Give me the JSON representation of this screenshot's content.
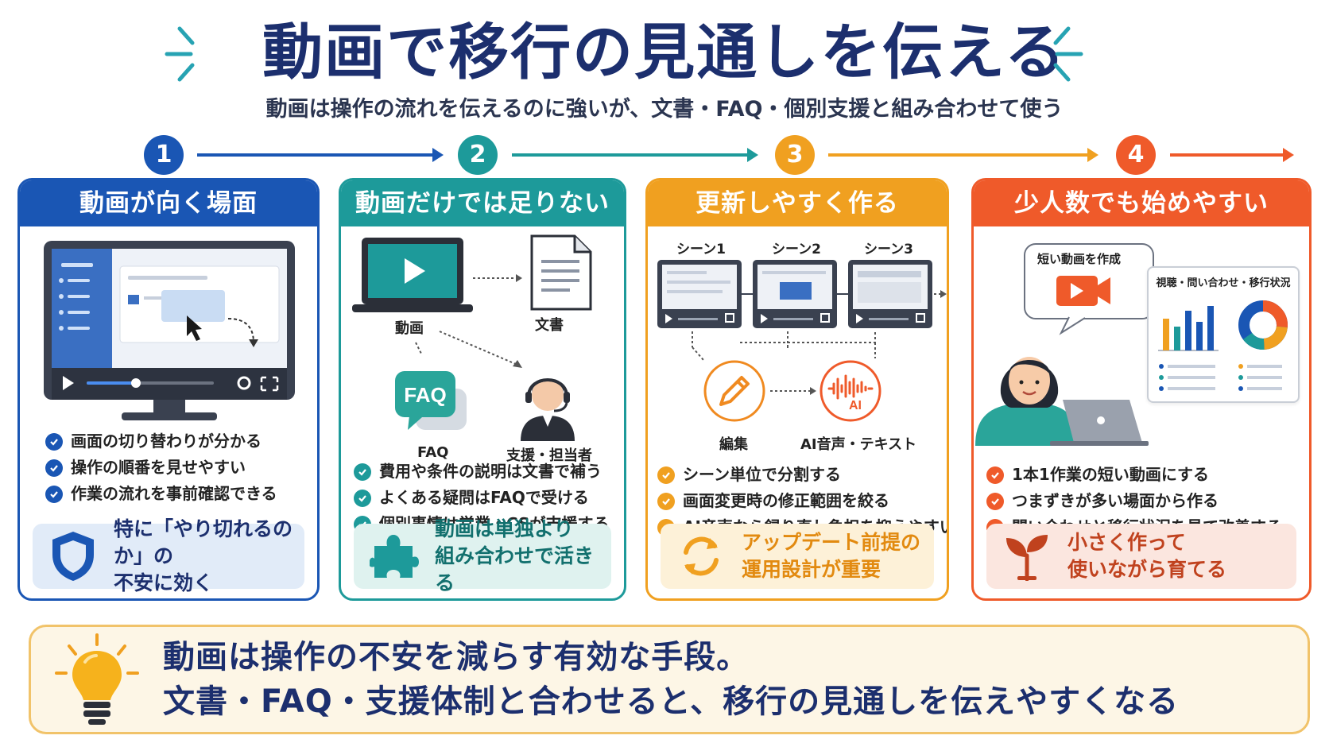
{
  "header": {
    "title": "動画で移行の見通しを伝える",
    "subtitle": "動画は操作の流れを伝えるのに強いが、文書・FAQ・個別支援と組み合わせて使う"
  },
  "colors": {
    "blue": "#1a56b4",
    "teal": "#1d9a9a",
    "orange": "#f0a020",
    "red": "#ef5a2a",
    "navy": "#1c2f6e"
  },
  "steps": [
    {
      "num": "1",
      "title": "動画が向く場面",
      "bullets": [
        "画面の切り替わりが分かる",
        "操作の順番を見せやすい",
        "作業の流れを事前確認できる"
      ],
      "callout": "特に「やり切れるのか」の\n不安に効く",
      "callout_icon": "shield-icon"
    },
    {
      "num": "2",
      "title": "動画だけでは足りない",
      "labels": {
        "video": "動画",
        "doc": "文書",
        "faq": "FAQ",
        "faq_badge": "FAQ",
        "support": "支援・担当者"
      },
      "bullets": [
        "費用や条件の説明は文書で補う",
        "よくある疑問はFAQで受ける",
        "個別事情は営業・CSが支援する"
      ],
      "callout": "動画は単独より\n組み合わせで活きる",
      "callout_icon": "puzzle-icon"
    },
    {
      "num": "3",
      "title": "更新しやすく作る",
      "labels": {
        "scene1": "シーン1",
        "scene2": "シーン2",
        "scene3": "シーン3",
        "edit": "編集",
        "ai": "AI音声・テキスト",
        "ai_badge": "AI"
      },
      "bullets": [
        "シーン単位で分割する",
        "画面変更時の修正範囲を絞る",
        "AI音声なら録り直し負担を抑えやすい"
      ],
      "callout": "アップデート前提の\n運用設計が重要",
      "callout_icon": "refresh-icon"
    },
    {
      "num": "4",
      "title": "少人数でも始めやすい",
      "labels": {
        "bubble": "短い動画を作成",
        "dashboard": "視聴・問い合わせ・移行状況"
      },
      "bullets": [
        "1本1作業の短い動画にする",
        "つまずきが多い場面から作る",
        "問い合わせと移行状況を見て改善する"
      ],
      "callout": "小さく作って\n使いながら育てる",
      "callout_icon": "sprout-icon"
    }
  ],
  "summary": {
    "line1": "動画は操作の不安を減らす有効な手段。",
    "line2": "文書・FAQ・支援体制と合わせると、移行の見通しを伝えやすくなる",
    "icon": "lightbulb-icon"
  }
}
